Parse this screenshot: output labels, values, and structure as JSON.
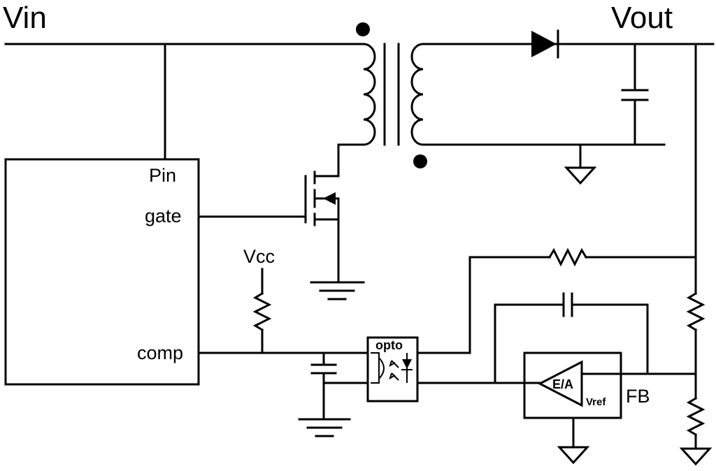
{
  "labels": {
    "vin": "Vin",
    "vout": "Vout",
    "pin": "Pin",
    "gate": "gate",
    "comp": "comp",
    "vcc": "Vcc",
    "opto": "opto",
    "ea": "E/A",
    "vref": "Vref",
    "fb": "FB"
  }
}
